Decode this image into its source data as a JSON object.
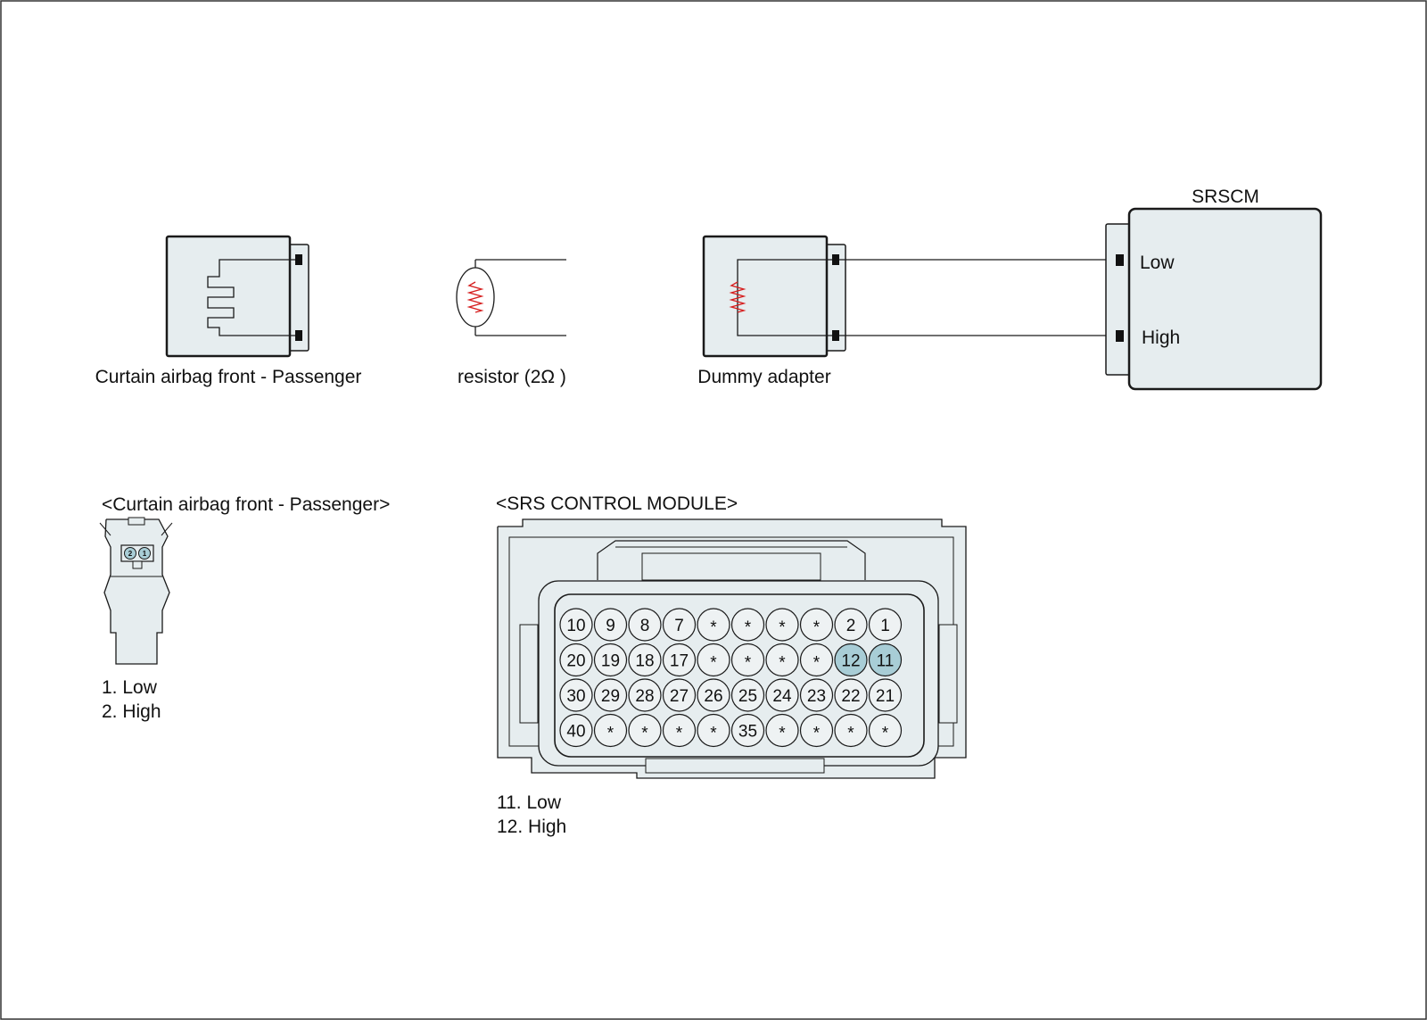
{
  "colors": {
    "body_fill": "#e6edef",
    "stroke": "#1a1a1a",
    "resistor": "#d62020",
    "pin_fill": "#eef2f3",
    "pin_highlight": "#a8cdd6"
  },
  "labels": {
    "curtain_airbag": "Curtain airbag front - Passenger",
    "resistor": "resistor (2Ω )",
    "dummy_adapter": "Dummy adapter",
    "srscm": "SRSCM",
    "srscm_low": "Low",
    "srscm_high": "High",
    "curtain_connector_title": "<Curtain airbag front - Passenger>",
    "srs_module_title": "<SRS CONTROL MODULE>"
  },
  "curtain_pins": [
    {
      "num": "2",
      "highlight": true
    },
    {
      "num": "1",
      "highlight": true
    }
  ],
  "curtain_pin_legend": [
    "1. Low",
    "2. High"
  ],
  "srs_pins": [
    [
      "10",
      "9",
      "8",
      "7",
      "*",
      "*",
      "*",
      "*",
      "2",
      "1"
    ],
    [
      "20",
      "19",
      "18",
      "17",
      "*",
      "*",
      "*",
      "*",
      "12",
      "11"
    ],
    [
      "30",
      "29",
      "28",
      "27",
      "26",
      "25",
      "24",
      "23",
      "22",
      "21"
    ],
    [
      "40",
      "*",
      "*",
      "*",
      "*",
      "35",
      "*",
      "*",
      "*",
      "*"
    ]
  ],
  "srs_highlighted": [
    "12",
    "11"
  ],
  "srs_pin_legend": [
    "11. Low",
    "12. High"
  ]
}
